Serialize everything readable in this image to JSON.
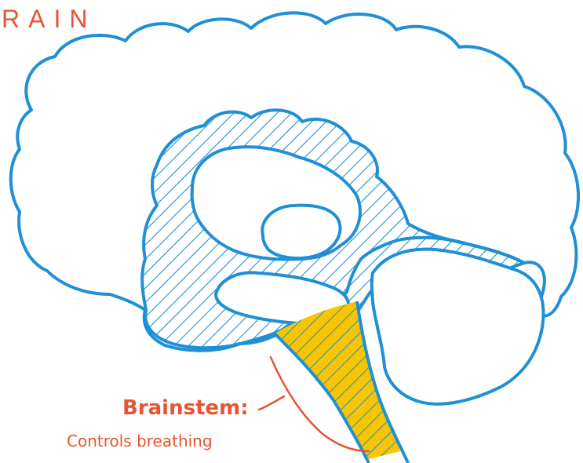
{
  "heading": "RAIN",
  "callout": {
    "title": "Brainstem:",
    "description": "Controls breathing"
  },
  "colors": {
    "outline": "#1f8fd6",
    "highlight": "#f7c600",
    "accent": "#e8542f",
    "background": "#ffffff"
  }
}
